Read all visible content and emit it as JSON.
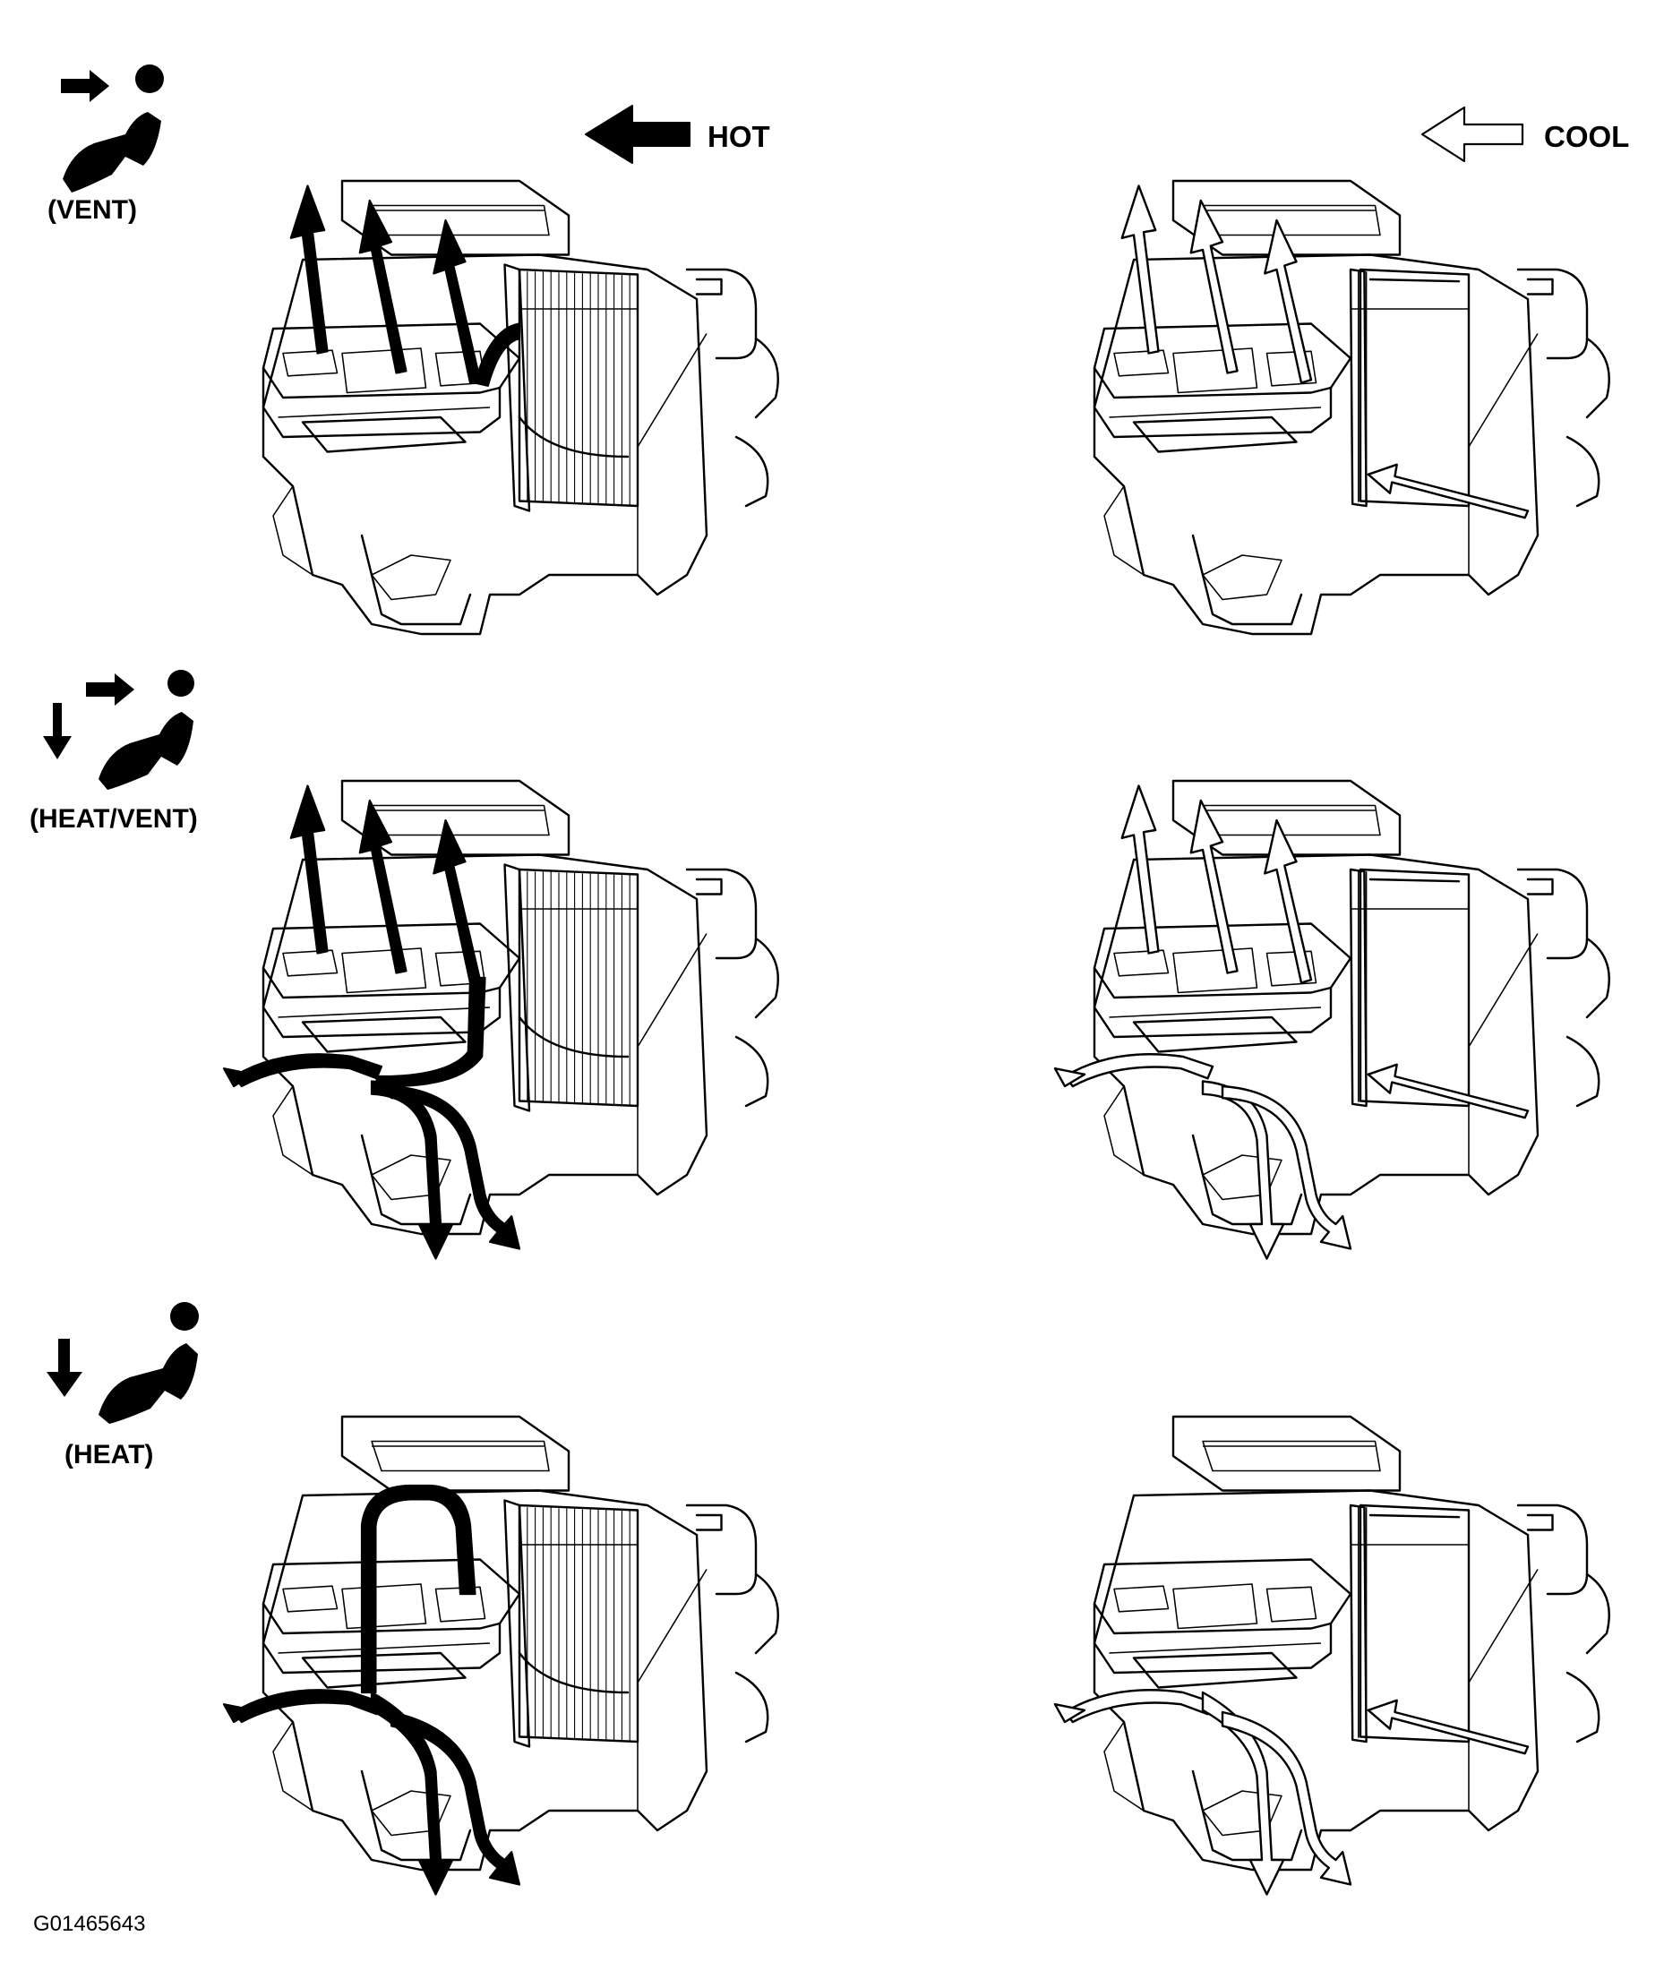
{
  "legend": {
    "hot": {
      "label": "HOT",
      "color": "#000000",
      "style": "solid-arrow"
    },
    "cool": {
      "label": "COOL",
      "color": "#ffffff",
      "style": "outline-arrow"
    }
  },
  "modes": [
    {
      "id": "vent",
      "label": "(VENT)",
      "icon": "seated-person-face-arrow-icon",
      "outlets": [
        "face"
      ]
    },
    {
      "id": "heat-vent",
      "label": "(HEAT/VENT)",
      "icon": "seated-person-face-and-feet-arrows-icon",
      "outlets": [
        "face",
        "floor"
      ]
    },
    {
      "id": "heat",
      "label": "(HEAT)",
      "icon": "seated-person-feet-arrow-icon",
      "outlets": [
        "floor"
      ]
    }
  ],
  "columns": [
    "hot",
    "cool"
  ],
  "figure_id": "G01465643"
}
